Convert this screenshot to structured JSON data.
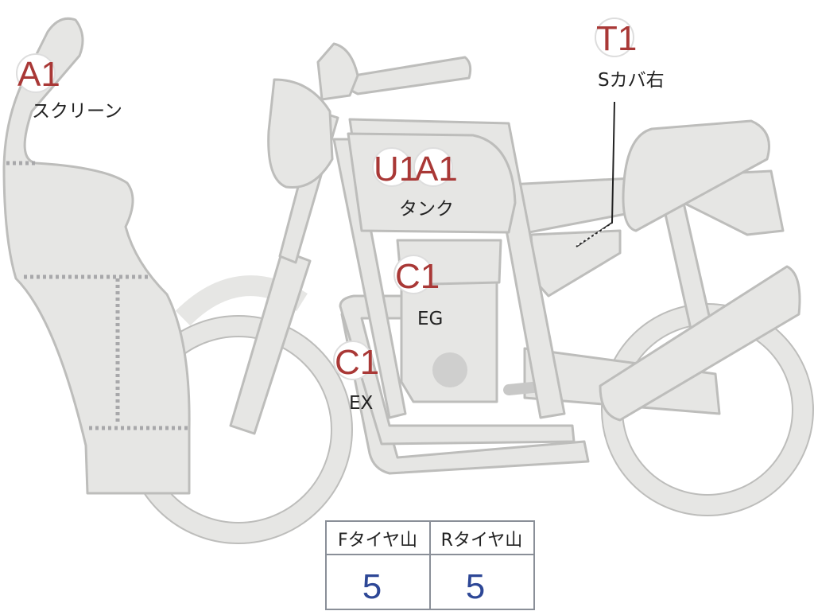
{
  "labels": {
    "screen": {
      "code": "A1",
      "name": "スクリーン"
    },
    "tank": {
      "codes": [
        "U1",
        "A1"
      ],
      "name": "タンク"
    },
    "engine": {
      "code": "C1",
      "name": "EG"
    },
    "exhaust": {
      "code": "C1",
      "name": "EX"
    },
    "side_cover_right": {
      "code": "T1",
      "name": "Sカバ右"
    }
  },
  "tire_table": {
    "headers": [
      "Fタイヤ山",
      "Rタイヤ山"
    ],
    "values": [
      "5",
      "5"
    ]
  },
  "colors": {
    "code_text": "#a93836",
    "value_text": "#2d4796",
    "part_fill": "#e6e6e4",
    "part_outline": "#bdbdbb"
  }
}
